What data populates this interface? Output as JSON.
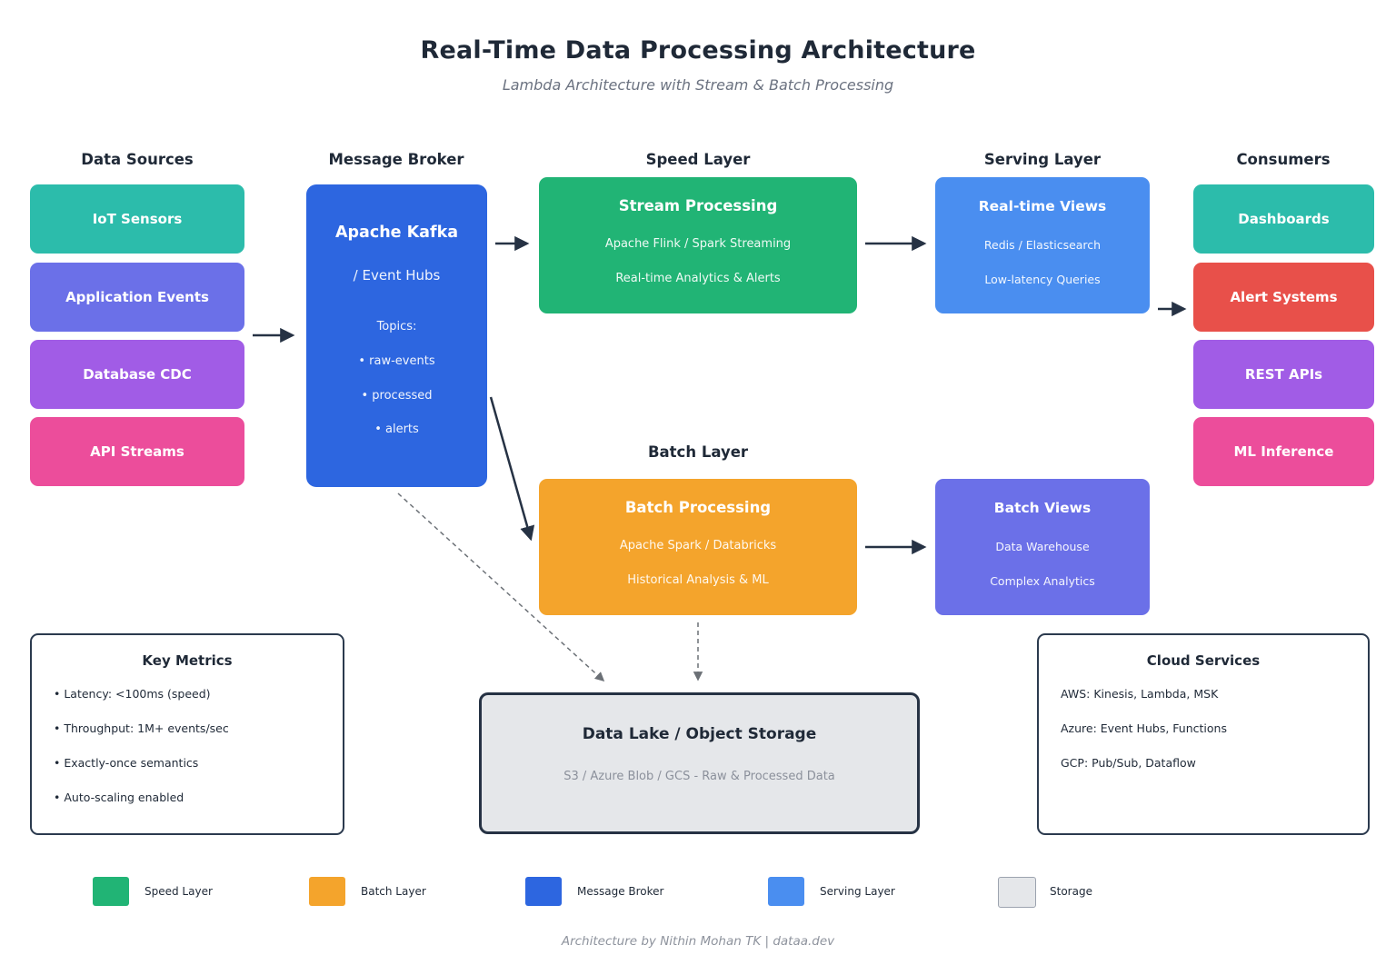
{
  "header": {
    "title": "Real-Time Data Processing Architecture",
    "subtitle": "Lambda Architecture with Stream & Batch Processing"
  },
  "colors": {
    "teal": "#2cbcab",
    "speed_green": "#21b475",
    "broker_blue": "#2d66e0",
    "serving_blue": "#4a8ef0",
    "batch_orange": "#f4a42c",
    "indigo": "#6b70e8",
    "purple": "#a15ce6",
    "pink": "#ec4d9b",
    "red": "#e8504a",
    "storage_gray": "#e5e7ea",
    "arrow_dark": "#263244",
    "text_dark": "#1f2937"
  },
  "data_sources": {
    "header": "Data Sources",
    "items": [
      {
        "label": "IoT Sensors",
        "color": "#2cbcab"
      },
      {
        "label": "Application Events",
        "color": "#6b70e8"
      },
      {
        "label": "Database CDC",
        "color": "#a15ce6"
      },
      {
        "label": "API Streams",
        "color": "#ec4d9b"
      }
    ]
  },
  "message_broker": {
    "header": "Message Broker",
    "box": {
      "color": "#2d66e0",
      "title": "Apache Kafka",
      "subtitle": "/ Event Hubs",
      "topics_label": "Topics:",
      "topics": [
        "• raw-events",
        "• processed",
        "• alerts"
      ]
    }
  },
  "speed_layer": {
    "header": "Speed Layer",
    "box": {
      "color": "#21b475",
      "title": "Stream Processing",
      "line1": "Apache Flink / Spark Streaming",
      "line2": "Real-time Analytics & Alerts"
    }
  },
  "batch_layer": {
    "header": "Batch Layer",
    "box": {
      "color": "#f4a42c",
      "title": "Batch Processing",
      "line1": "Apache Spark / Databricks",
      "line2": "Historical Analysis & ML"
    }
  },
  "serving_layer": {
    "header": "Serving Layer",
    "realtime_views": {
      "color": "#4a8ef0",
      "title": "Real-time Views",
      "line1": "Redis / Elasticsearch",
      "line2": "Low-latency Queries"
    },
    "batch_views": {
      "color": "#6b70e8",
      "title": "Batch Views",
      "line1": "Data Warehouse",
      "line2": "Complex Analytics"
    }
  },
  "consumers": {
    "header": "Consumers",
    "items": [
      {
        "label": "Dashboards",
        "color": "#2cbcab"
      },
      {
        "label": "Alert Systems",
        "color": "#e8504a"
      },
      {
        "label": "REST APIs",
        "color": "#a15ce6"
      },
      {
        "label": "ML Inference",
        "color": "#ec4d9b"
      }
    ]
  },
  "key_metrics": {
    "title": "Key Metrics",
    "items": [
      "• Latency: <100ms (speed)",
      "• Throughput: 1M+ events/sec",
      "• Exactly-once semantics",
      "• Auto-scaling enabled"
    ]
  },
  "data_lake": {
    "title": "Data Lake / Object Storage",
    "subtitle": "S3 / Azure Blob / GCS - Raw & Processed Data"
  },
  "cloud_services": {
    "title": "Cloud Services",
    "items": [
      "AWS: Kinesis, Lambda, MSK",
      "Azure: Event Hubs, Functions",
      "GCP: Pub/Sub, Dataflow"
    ]
  },
  "legend": {
    "items": [
      {
        "label": "Speed Layer",
        "color": "#21b475"
      },
      {
        "label": "Batch Layer",
        "color": "#f4a42c"
      },
      {
        "label": "Message Broker",
        "color": "#2d66e0"
      },
      {
        "label": "Serving Layer",
        "color": "#4a8ef0"
      },
      {
        "label": "Storage",
        "color": "#e5e7ea"
      }
    ]
  },
  "footer": "Architecture by Nithin Mohan TK | dataa.dev"
}
